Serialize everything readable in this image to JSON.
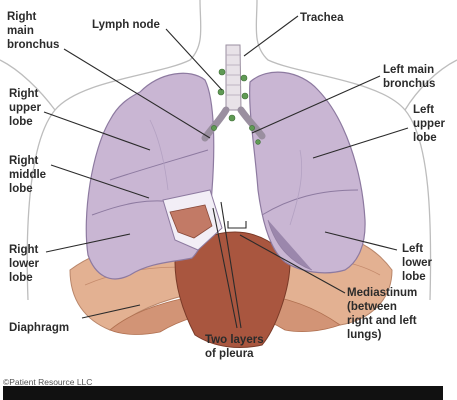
{
  "labels": {
    "right_main_bronchus": [
      "Right",
      "main",
      "bronchus"
    ],
    "lymph_node": [
      "Lymph node"
    ],
    "trachea": [
      "Trachea"
    ],
    "left_main_bronchus": [
      "Left main",
      "bronchus"
    ],
    "right_upper_lobe": [
      "Right",
      "upper",
      "lobe"
    ],
    "left_upper_lobe": [
      "Left",
      "upper",
      "lobe"
    ],
    "right_middle_lobe": [
      "Right",
      "middle",
      "lobe"
    ],
    "right_lower_lobe": [
      "Right",
      "lower",
      "lobe"
    ],
    "left_lower_lobe": [
      "Left",
      "lower",
      "lobe"
    ],
    "mediastinum": [
      "Mediastinum",
      "(between",
      "right and left",
      "lungs)"
    ],
    "diaphragm": [
      "Diaphragm"
    ],
    "two_layers_of_pleura": [
      "Two layers",
      "of pleura"
    ]
  },
  "credit": "©Patient Resource LLC",
  "colors": {
    "lung": "#c9b6d3",
    "lung_dark": "#9d86b0",
    "diaphragm": "#d9a98a",
    "mediastinum": "#a3543e",
    "body_line": "#b8b8b8",
    "text": "#2b2b2b",
    "footer_bar": "#111111"
  }
}
